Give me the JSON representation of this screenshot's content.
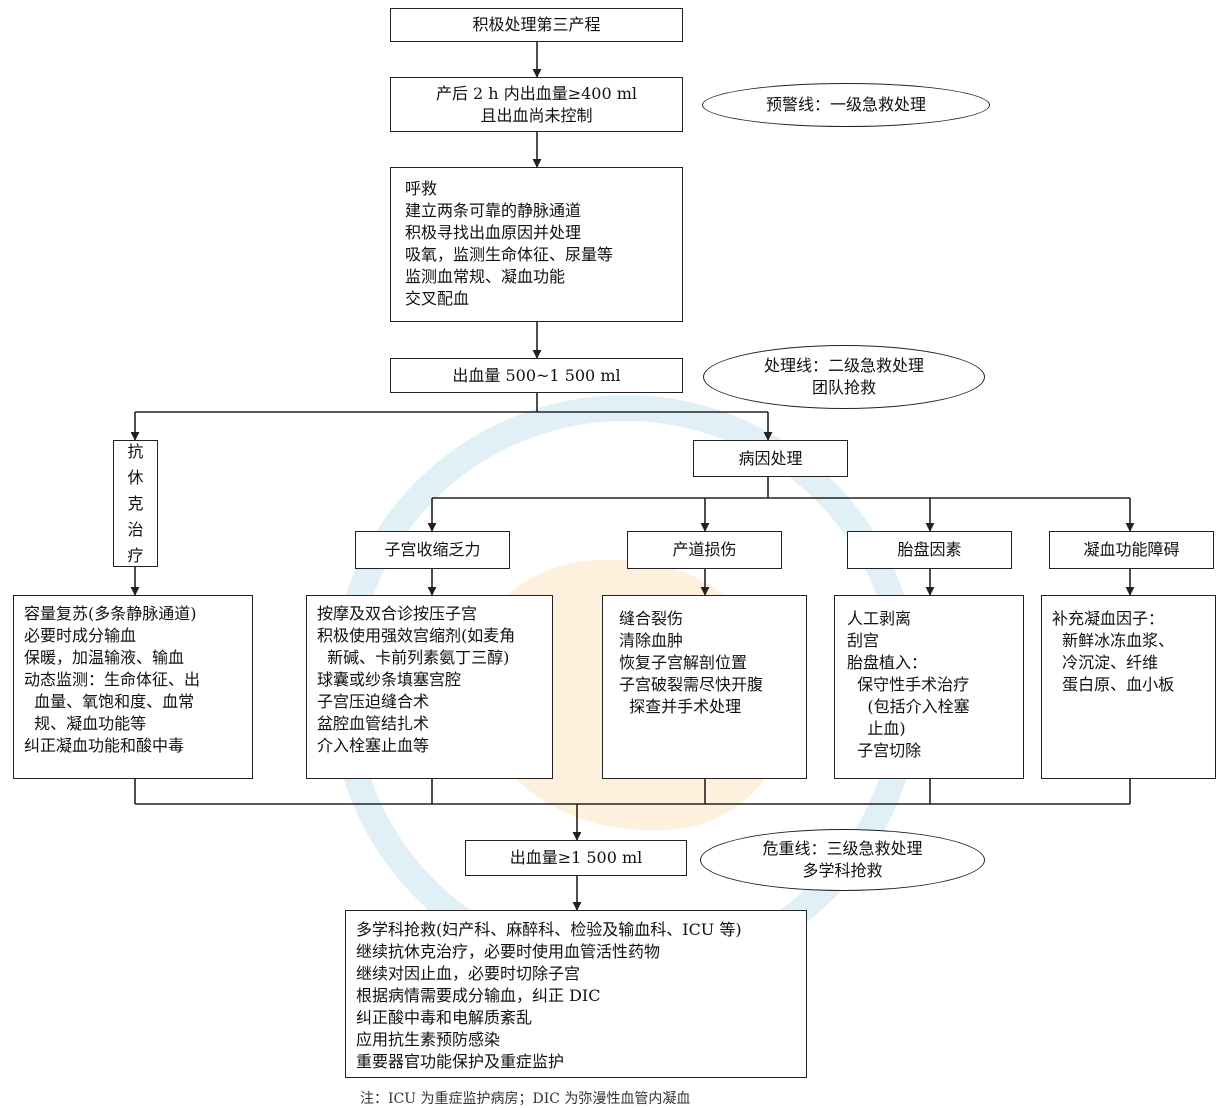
{
  "nodes": {
    "start": [
      "积极处理第三产程"
    ],
    "pph400": [
      "产后 2 h 内出血量≥400 ml",
      "且出血尚未控制"
    ],
    "first_actions": [
      "呼救",
      "建立两条可靠的静脉通道",
      "积极寻找出血原因并处理",
      "吸氧，监测生命体征、尿量等",
      "监测血常规、凝血功能",
      "交叉配血"
    ],
    "pph500": [
      "出血量 500~1 500 ml"
    ],
    "anti_shock": [
      "抗",
      "休",
      "克",
      "治",
      "疗"
    ],
    "etiology": [
      "病因处理"
    ],
    "uterine_atony": [
      "子宫收缩乏力"
    ],
    "birth_canal": [
      "产道损伤"
    ],
    "placenta": [
      "胎盘因素"
    ],
    "coagulation": [
      "凝血功能障碍"
    ],
    "anti_shock_detail": [
      "容量复苏(多条静脉通道)",
      "必要时成分输血",
      "保暖，加温输液、输血",
      "动态监测：生命体征、出",
      "  血量、氧饱和度、血常",
      "  规、凝血功能等",
      "纠正凝血功能和酸中毒"
    ],
    "atony_detail": [
      "按摩及双合诊按压子宫",
      "积极使用强效宫缩剂(如麦角",
      "  新碱、卡前列素氨丁三醇)",
      "球囊或纱条填塞宫腔",
      "子宫压迫缝合术",
      "盆腔血管结扎术",
      "介入栓塞止血等"
    ],
    "canal_detail": [
      "缝合裂伤",
      "清除血肿",
      "恢复子宫解剖位置",
      "子宫破裂需尽快开腹",
      "  探查并手术处理"
    ],
    "placenta_detail": [
      "人工剥离",
      "刮宫",
      "胎盘植入：",
      "  保守性手术治疗",
      "    (包括介入栓塞",
      "    止血)",
      "  子宫切除"
    ],
    "coag_detail": [
      "补充凝血因子：",
      "  新鲜冰冻血浆、",
      "  冷沉淀、纤维",
      "  蛋白原、血小板"
    ],
    "pph1500": [
      "出血量≥1 500 ml"
    ],
    "final_actions": [
      "多学科抢救(妇产科、麻醉科、检验及输血科、ICU 等)",
      "继续抗休克治疗，必要时使用血管活性药物",
      "继续对因止血，必要时切除子宫",
      "根据病情需要成分输血，纠正 DIC",
      "纠正酸中毒和电解质紊乱",
      "应用抗生素预防感染",
      "重要器官功能保护及重症监护"
    ]
  },
  "ovals": {
    "warning": [
      "预警线：一级急救处理"
    ],
    "treatment": [
      "处理线：二级急救处理",
      "团队抢救"
    ],
    "critical": [
      "危重线：三级急救处理",
      "多学科抢救"
    ]
  },
  "footnote": "注：ICU 为重症监护病房；DIC 为弥漫性血管内凝血"
}
